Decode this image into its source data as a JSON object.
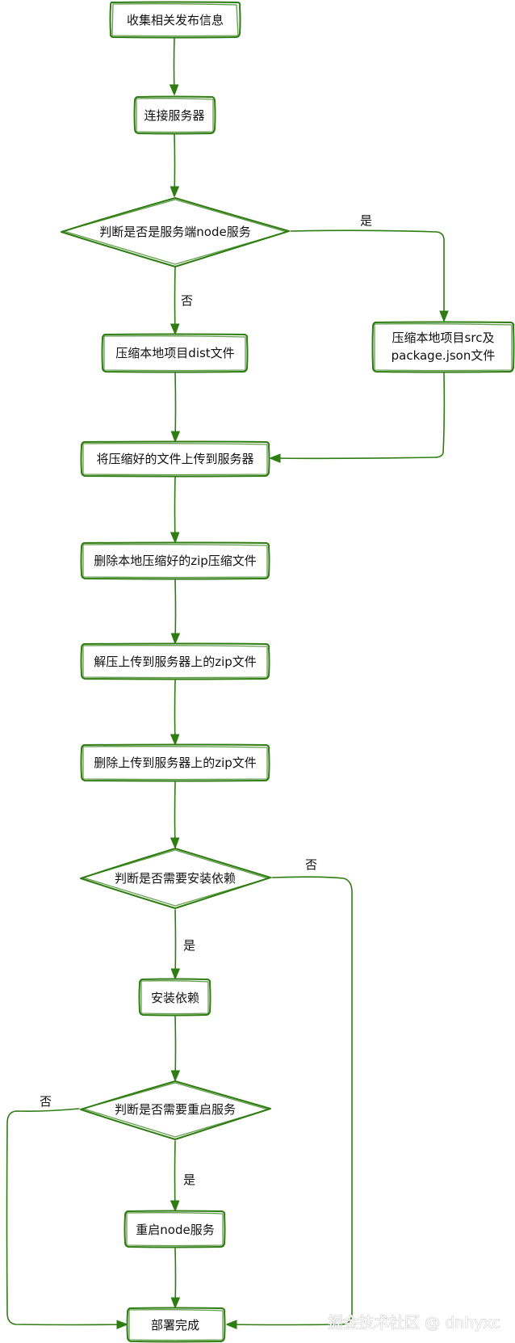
{
  "nodes": {
    "collect": "收集相关发布信息",
    "connect": "连接服务器",
    "check_node": "判断是否是服务端node服务",
    "zip_dist": "压缩本地项目dist文件",
    "zip_src_line1": "压缩本地项目src及",
    "zip_src_line2": "package.json文件",
    "upload": "将压缩好的文件上传到服务器",
    "delete_local": "删除本地压缩好的zip压缩文件",
    "unzip": "解压上传到服务器上的zip文件",
    "delete_remote": "删除上传到服务器上的zip文件",
    "check_deps": "判断是否需要安装依赖",
    "install_deps": "安装依赖",
    "check_restart": "判断是否需要重启服务",
    "restart": "重启node服务",
    "done": "部署完成"
  },
  "edge_labels": {
    "node_yes": "是",
    "node_no": "否",
    "deps_no": "否",
    "deps_yes": "是",
    "restart_no": "否",
    "restart_yes": "是"
  },
  "watermark": "掘金技术社区 @ dnhyxc",
  "colors": {
    "stroke": "#2f7d12",
    "fill": "#ffffff",
    "text": "#111111"
  }
}
